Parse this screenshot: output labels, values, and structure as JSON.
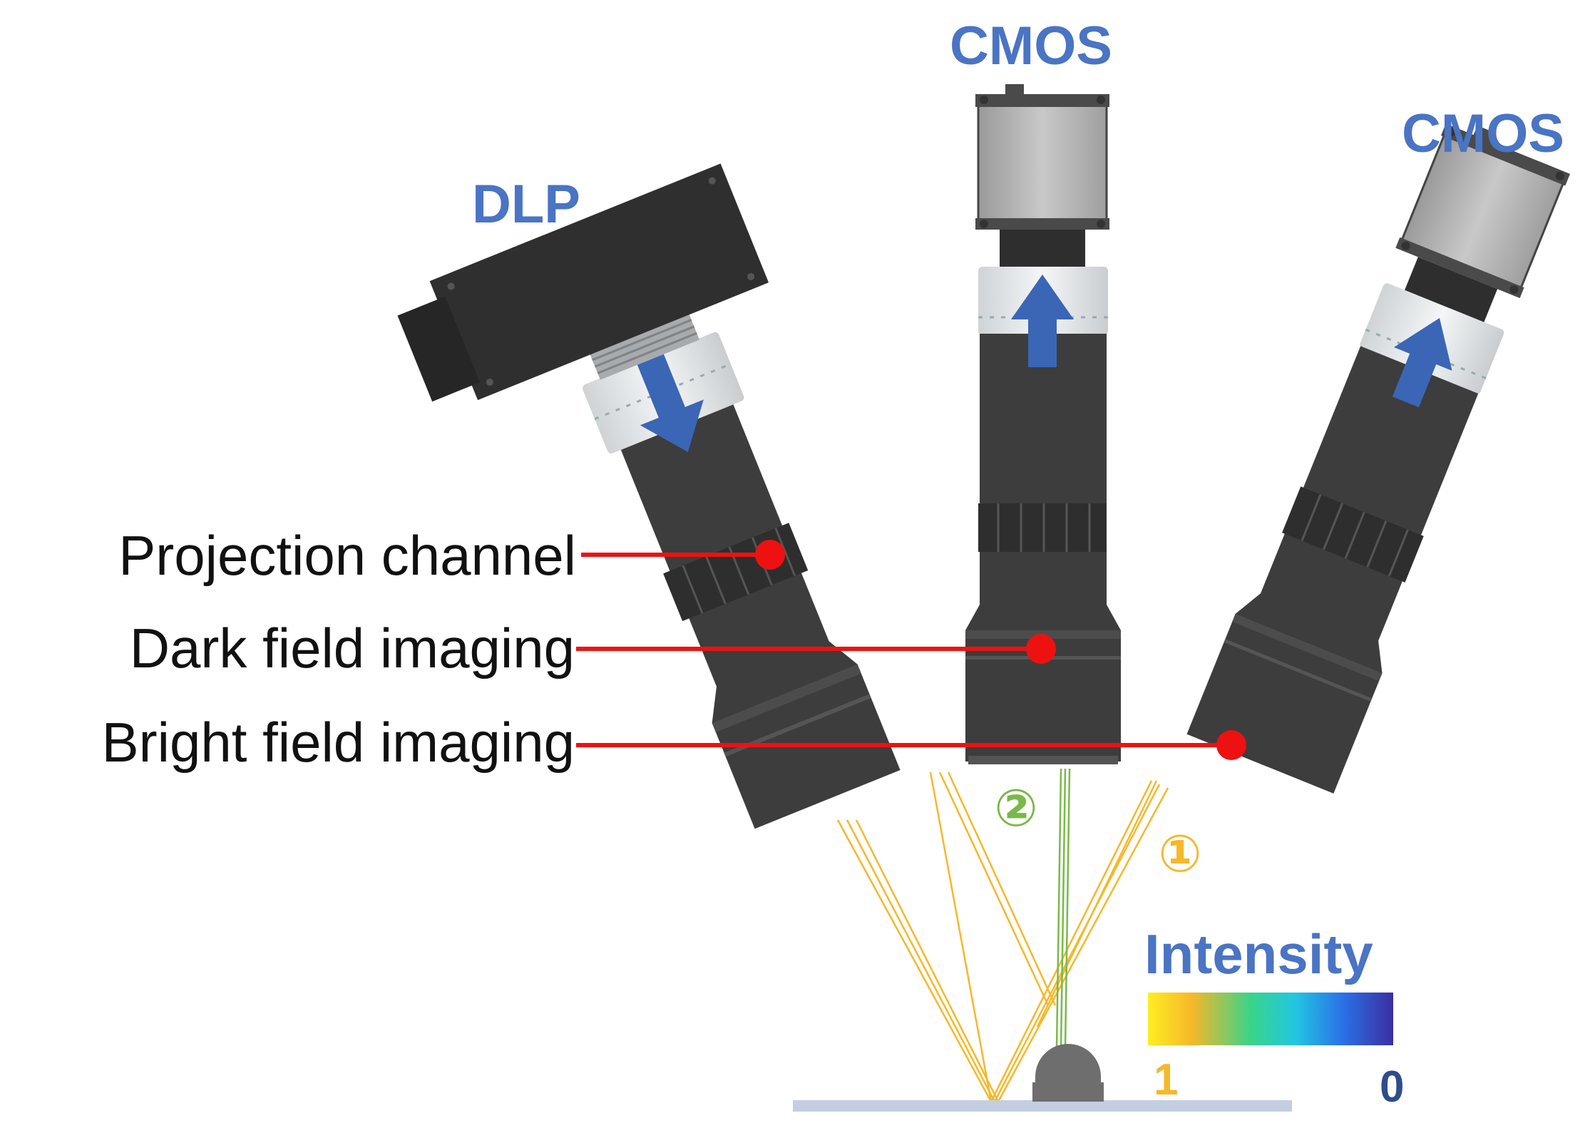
{
  "labels": {
    "dlp": "DLP",
    "cmos_center": "CMOS",
    "cmos_right": "CMOS",
    "projection": "Projection channel",
    "dark_field": "Dark field imaging",
    "bright_field": "Bright field imaging",
    "path_2": "②",
    "path_1": "①",
    "intensity_title": "Intensity",
    "intensity_max": "1",
    "intensity_min": "0"
  },
  "colors": {
    "label_blue": "#4a74c4",
    "pointer_red": "#ee1111",
    "yellow_ray": "#f5b82a",
    "green_ray": "#7ab848",
    "lens_body": "#3d3d3d",
    "camera_gray": "#b9b9b9",
    "arrow_blue": "#3a66b5",
    "stage_base": "#c3cfe0"
  },
  "colorbar": [
    "#ffee22",
    "#f5b82a",
    "#39d48a",
    "#22c6e2",
    "#2a6fe6",
    "#3b2fa0"
  ]
}
